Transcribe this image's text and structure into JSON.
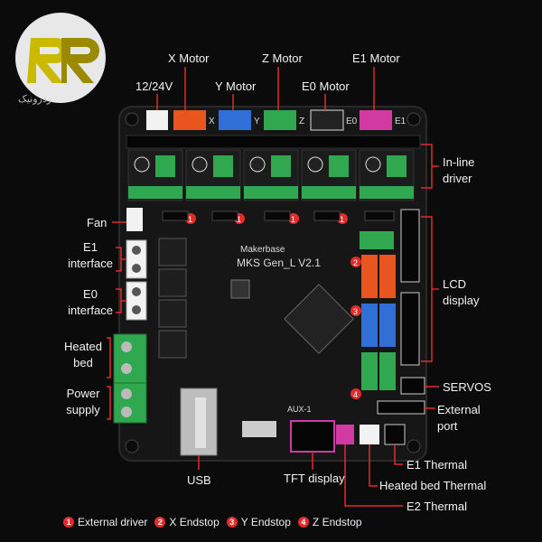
{
  "brand": {
    "logo_text": "RR",
    "subtitle": "ردرونیک"
  },
  "labels": {
    "power": "12/24V",
    "x_motor": "X Motor",
    "y_motor": "Y Motor",
    "z_motor": "Z Motor",
    "e0_motor": "E0 Motor",
    "e1_motor": "E1 Motor",
    "inline_driver_1": "In-line",
    "inline_driver_2": "driver",
    "fan": "Fan",
    "e1_interface_1": "E1",
    "e1_interface_2": "interface",
    "e0_interface_1": "E0",
    "e0_interface_2": "interface",
    "heated_bed_1": "Heated",
    "heated_bed_2": "bed",
    "power_supply_1": "Power",
    "power_supply_2": "supply",
    "lcd_1": "LCD",
    "lcd_2": "display",
    "servos": "SERVOS",
    "external_port_1": "External",
    "external_port_2": "port",
    "usb": "USB",
    "tft": "TFT display",
    "e1_thermal": "E1 Thermal",
    "heated_bed_thermal": "Heated bed Thermal",
    "e2_thermal": "E2 Thermal"
  },
  "board": {
    "maker": "Makerbase",
    "model": "MKS  Gen_L V2.1",
    "aux": "AUX-1"
  },
  "connector_letters": [
    "X",
    "Y",
    "Z",
    "E0",
    "E1"
  ],
  "legend": [
    {
      "num": "1",
      "text": "External driver"
    },
    {
      "num": "2",
      "text": "X Endstop"
    },
    {
      "num": "3",
      "text": "Y Endstop"
    },
    {
      "num": "4",
      "text": "Z Endstop"
    }
  ],
  "colors": {
    "board": "#141414",
    "accent_red": "#e32b2b",
    "green_terminal": "#2fa84f",
    "orange": "#e8551f",
    "blue": "#2f6fd6",
    "pink": "#d23aa3"
  }
}
